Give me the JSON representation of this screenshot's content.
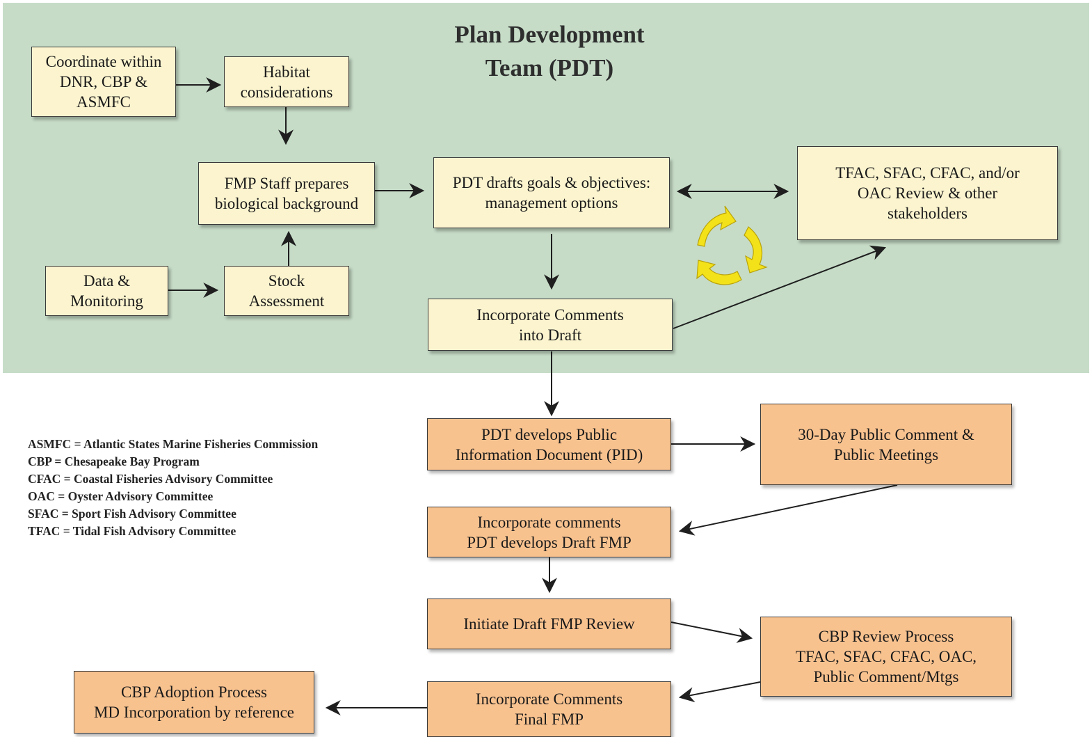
{
  "title": "Plan Development\nTeam (PDT)",
  "boxes": {
    "coordinate": "Coordinate within\nDNR, CBP &\nASMFC",
    "habitat": "Habitat\nconsiderations",
    "fmp_staff": "FMP Staff prepares\nbiological background",
    "data_monitoring": "Data &\nMonitoring",
    "stock_assessment": "Stock\nAssessment",
    "pdt_drafts": "PDT drafts goals & objectives:\nmanagement options",
    "advisory_review": "TFAC, SFAC, CFAC, and/or\nOAC Review & other\nstakeholders",
    "incorporate_draft": "Incorporate Comments\ninto Draft",
    "pid": "PDT develops Public\nInformation Document (PID)",
    "public_comment": "30-Day Public Comment &\nPublic Meetings",
    "draft_fmp": "Incorporate comments\nPDT develops Draft FMP",
    "initiate_review": "Initiate Draft FMP Review",
    "cbp_review": "CBP Review Process\nTFAC, SFAC, CFAC, OAC,\nPublic Comment/Mtgs",
    "final_fmp": "Incorporate Comments\nFinal FMP",
    "cbp_adoption": "CBP Adoption Process\nMD Incorporation by reference"
  },
  "legend": [
    "ASMFC = Atlantic States Marine Fisheries Commission",
    "CBP = Chesapeake Bay Program",
    "CFAC = Coastal Fisheries Advisory Committee",
    "OAC = Oyster Advisory Committee",
    "SFAC = Sport Fish Advisory Committee",
    "TFAC = Tidal Fish Advisory Committee"
  ],
  "colors": {
    "pdt_zone": "#c6dcc7",
    "yellow_box": "#fbf4cf",
    "orange_box": "#f8c28f",
    "cycle_icon": "#f3e21a"
  },
  "icons": [
    "cycle-arrows-icon"
  ]
}
